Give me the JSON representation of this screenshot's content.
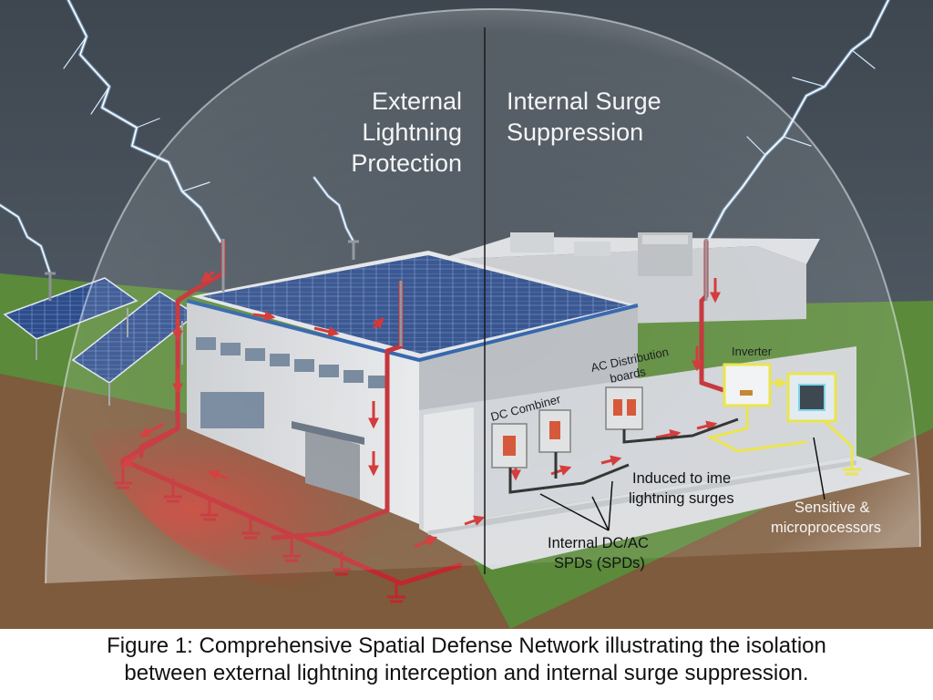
{
  "headings": {
    "external": [
      "External",
      "Lightning",
      "Protection"
    ],
    "internal": [
      "Internal Surge",
      "Suppression"
    ]
  },
  "labels": {
    "dc_combiner": "DC Combiner",
    "ac_distribution": [
      "AC Distribution",
      "boards"
    ],
    "inverter": "Inverter",
    "induced": [
      "Induced to ime",
      "lightning surges"
    ],
    "sensitive": [
      "Sensitive &",
      "microprocessors"
    ],
    "spds": [
      "Internal DC/AC",
      "SPDs (SPDs)"
    ]
  },
  "caption": [
    "Figure 1: Comprehensive Spatial Defense Network illustrating the isolation",
    "between external lightning interception and internal surge suppression."
  ],
  "colors": {
    "sky": "#4d565f",
    "grass": "#5b8a3a",
    "soil": "#7d5b3c",
    "conductor": "#c1272d",
    "surge_path": "#e6e63a",
    "panel": "#2f4f8f"
  }
}
